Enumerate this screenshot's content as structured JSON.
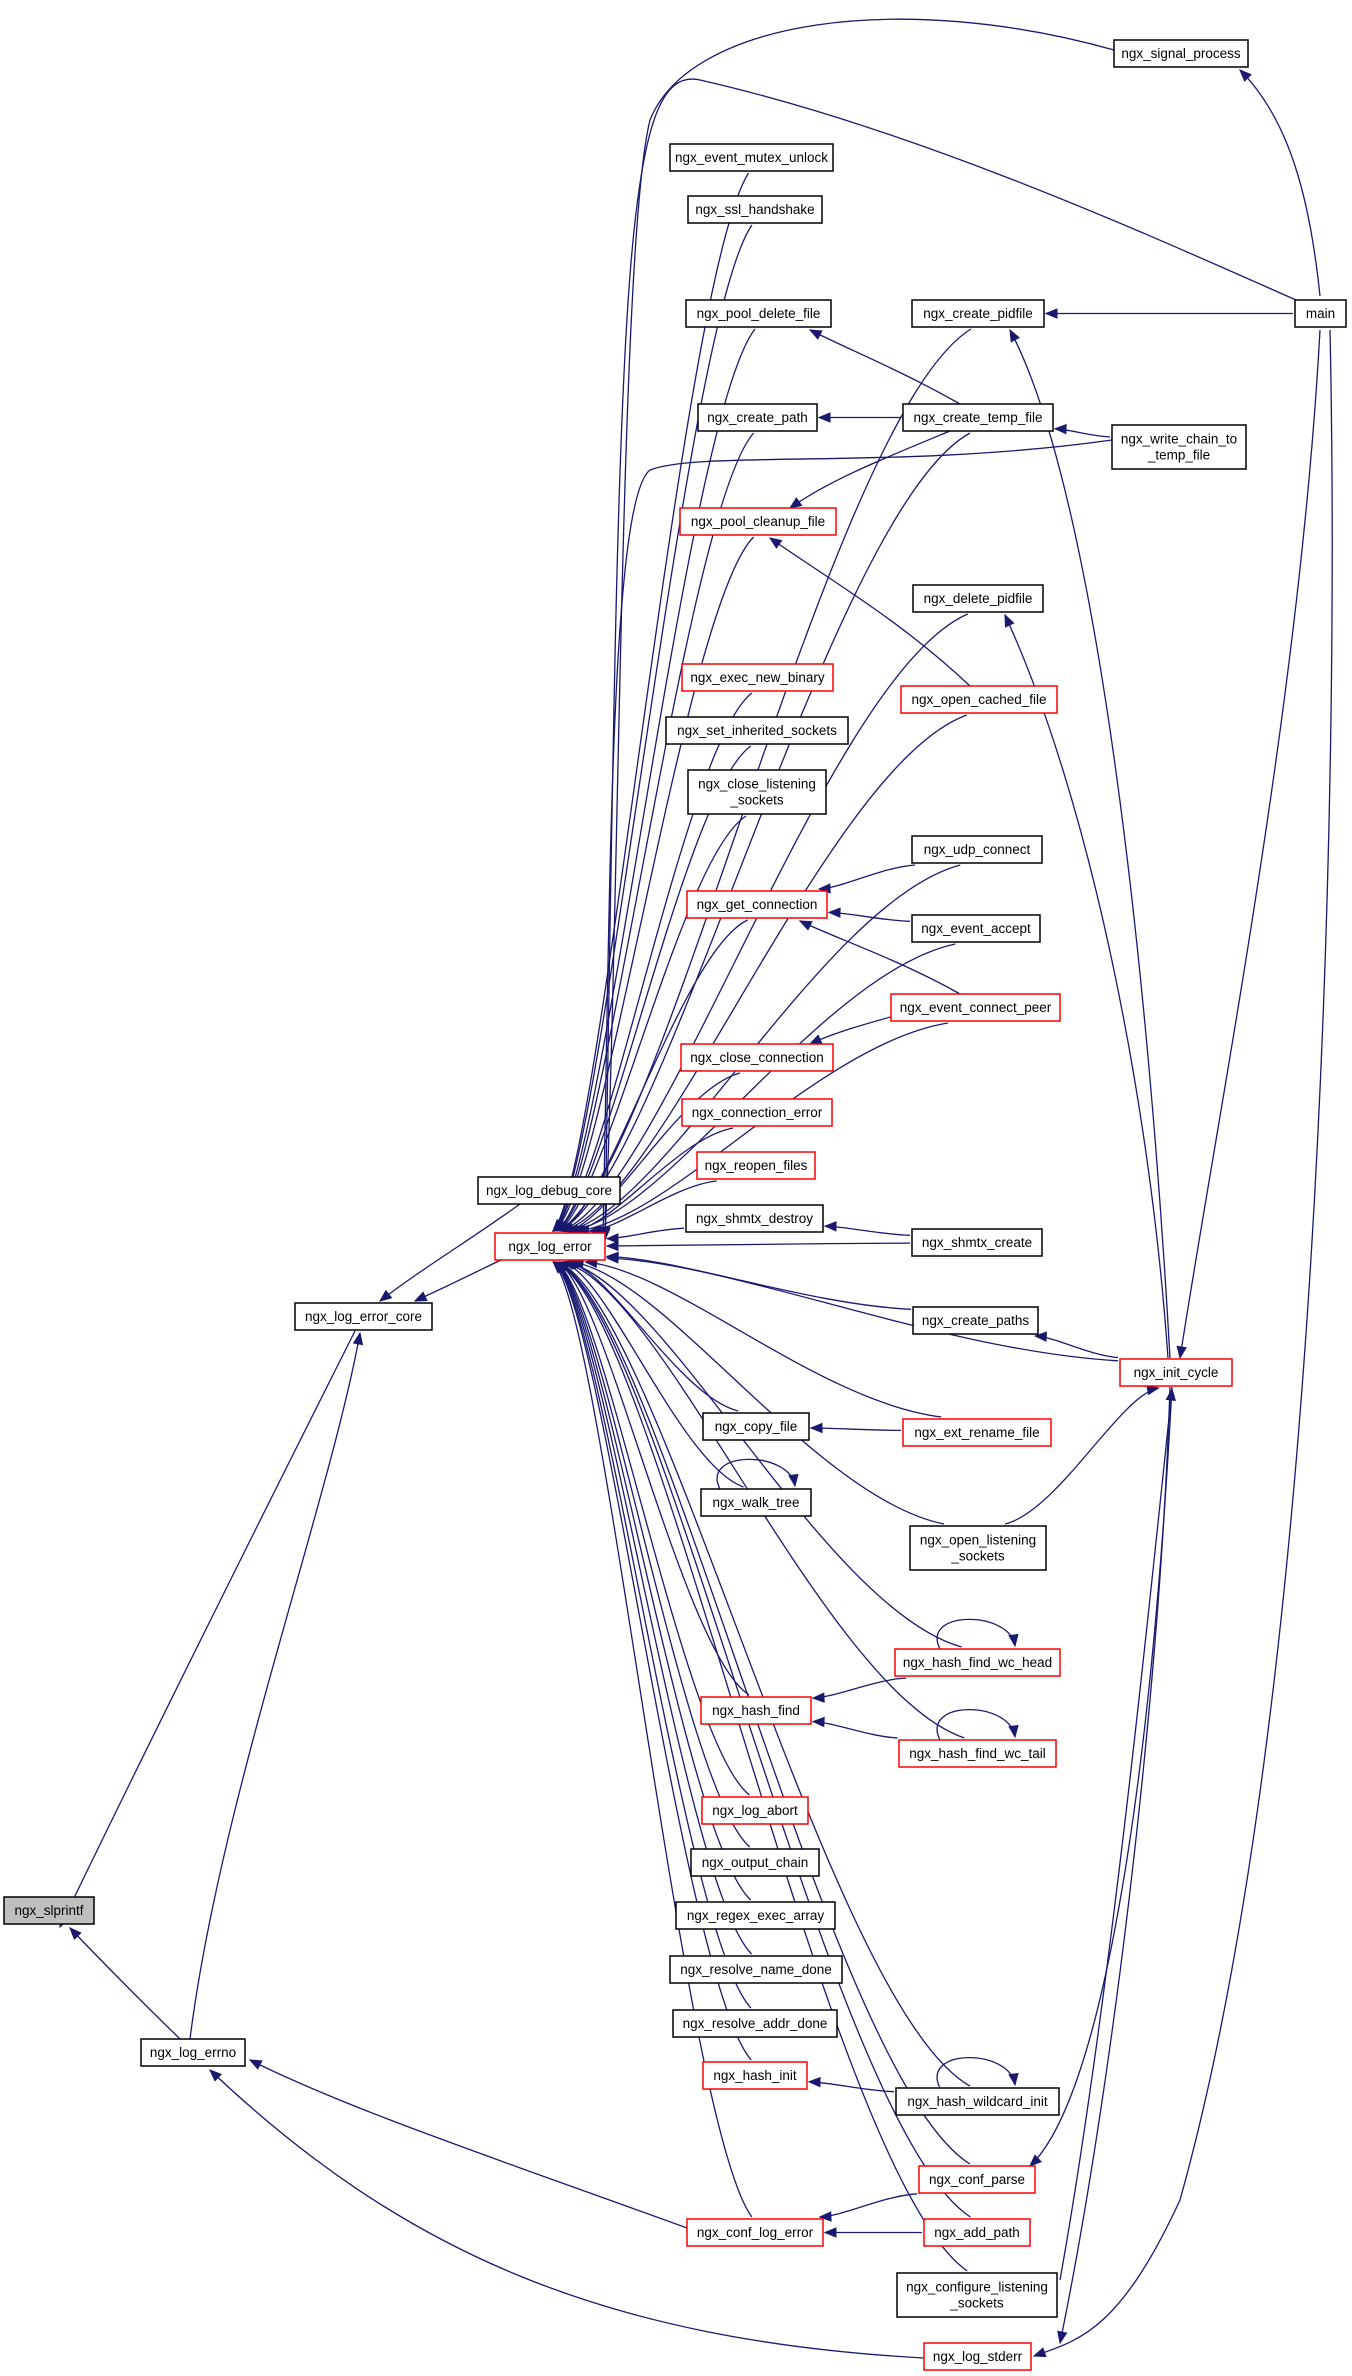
{
  "title": "",
  "colors": {
    "edge": "#191970",
    "black_border": "#000000",
    "red_border": "#ff0000",
    "root_fill": "#bfbfbf"
  },
  "nodes": [
    {
      "id": "ngx_slprintf",
      "label": [
        "ngx_slprintf"
      ],
      "style": "root"
    },
    {
      "id": "ngx_log_error_core",
      "label": [
        "ngx_log_error_core"
      ],
      "style": "black"
    },
    {
      "id": "ngx_log_errno",
      "label": [
        "ngx_log_errno"
      ],
      "style": "black"
    },
    {
      "id": "ngx_log_debug_core",
      "label": [
        "ngx_log_debug_core"
      ],
      "style": "black"
    },
    {
      "id": "ngx_log_error",
      "label": [
        "ngx_log_error"
      ],
      "style": "red"
    },
    {
      "id": "ngx_signal_process",
      "label": [
        "ngx_signal_process"
      ],
      "style": "black"
    },
    {
      "id": "ngx_event_mutex_unlock",
      "label": [
        "ngx_event_mutex_unlock"
      ],
      "style": "black"
    },
    {
      "id": "ngx_ssl_handshake",
      "label": [
        "ngx_ssl_handshake"
      ],
      "style": "black"
    },
    {
      "id": "ngx_pool_delete_file",
      "label": [
        "ngx_pool_delete_file"
      ],
      "style": "black"
    },
    {
      "id": "ngx_create_pidfile",
      "label": [
        "ngx_create_pidfile"
      ],
      "style": "black"
    },
    {
      "id": "main",
      "label": [
        "main"
      ],
      "style": "black"
    },
    {
      "id": "ngx_create_path",
      "label": [
        "ngx_create_path"
      ],
      "style": "black"
    },
    {
      "id": "ngx_create_temp_file",
      "label": [
        "ngx_create_temp_file"
      ],
      "style": "black"
    },
    {
      "id": "ngx_write_chain_to_temp_file",
      "label": [
        "ngx_write_chain_to",
        "_temp_file"
      ],
      "style": "black"
    },
    {
      "id": "ngx_pool_cleanup_file",
      "label": [
        "ngx_pool_cleanup_file"
      ],
      "style": "red"
    },
    {
      "id": "ngx_delete_pidfile",
      "label": [
        "ngx_delete_pidfile"
      ],
      "style": "black"
    },
    {
      "id": "ngx_exec_new_binary",
      "label": [
        "ngx_exec_new_binary"
      ],
      "style": "red"
    },
    {
      "id": "ngx_open_cached_file",
      "label": [
        "ngx_open_cached_file"
      ],
      "style": "red"
    },
    {
      "id": "ngx_set_inherited_sockets",
      "label": [
        "ngx_set_inherited_sockets"
      ],
      "style": "black"
    },
    {
      "id": "ngx_close_listening_sockets",
      "label": [
        "ngx_close_listening",
        "_sockets"
      ],
      "style": "black"
    },
    {
      "id": "ngx_udp_connect",
      "label": [
        "ngx_udp_connect"
      ],
      "style": "black"
    },
    {
      "id": "ngx_get_connection",
      "label": [
        "ngx_get_connection"
      ],
      "style": "red"
    },
    {
      "id": "ngx_event_accept",
      "label": [
        "ngx_event_accept"
      ],
      "style": "black"
    },
    {
      "id": "ngx_event_connect_peer",
      "label": [
        "ngx_event_connect_peer"
      ],
      "style": "red"
    },
    {
      "id": "ngx_close_connection",
      "label": [
        "ngx_close_connection"
      ],
      "style": "red"
    },
    {
      "id": "ngx_connection_error",
      "label": [
        "ngx_connection_error"
      ],
      "style": "red"
    },
    {
      "id": "ngx_reopen_files",
      "label": [
        "ngx_reopen_files"
      ],
      "style": "red"
    },
    {
      "id": "ngx_shmtx_destroy",
      "label": [
        "ngx_shmtx_destroy"
      ],
      "style": "black"
    },
    {
      "id": "ngx_shmtx_create",
      "label": [
        "ngx_shmtx_create"
      ],
      "style": "black"
    },
    {
      "id": "ngx_create_paths",
      "label": [
        "ngx_create_paths"
      ],
      "style": "black"
    },
    {
      "id": "ngx_init_cycle",
      "label": [
        "ngx_init_cycle"
      ],
      "style": "red"
    },
    {
      "id": "ngx_copy_file",
      "label": [
        "ngx_copy_file"
      ],
      "style": "black"
    },
    {
      "id": "ngx_ext_rename_file",
      "label": [
        "ngx_ext_rename_file"
      ],
      "style": "red"
    },
    {
      "id": "ngx_walk_tree",
      "label": [
        "ngx_walk_tree"
      ],
      "style": "black"
    },
    {
      "id": "ngx_open_listening_sockets",
      "label": [
        "ngx_open_listening",
        "_sockets"
      ],
      "style": "black"
    },
    {
      "id": "ngx_hash_find_wc_head",
      "label": [
        "ngx_hash_find_wc_head"
      ],
      "style": "red"
    },
    {
      "id": "ngx_hash_find",
      "label": [
        "ngx_hash_find"
      ],
      "style": "red"
    },
    {
      "id": "ngx_hash_find_wc_tail",
      "label": [
        "ngx_hash_find_wc_tail"
      ],
      "style": "red"
    },
    {
      "id": "ngx_log_abort",
      "label": [
        "ngx_log_abort"
      ],
      "style": "red"
    },
    {
      "id": "ngx_output_chain",
      "label": [
        "ngx_output_chain"
      ],
      "style": "black"
    },
    {
      "id": "ngx_regex_exec_array",
      "label": [
        "ngx_regex_exec_array"
      ],
      "style": "black"
    },
    {
      "id": "ngx_resolve_name_done",
      "label": [
        "ngx_resolve_name_done"
      ],
      "style": "black"
    },
    {
      "id": "ngx_resolve_addr_done",
      "label": [
        "ngx_resolve_addr_done"
      ],
      "style": "black"
    },
    {
      "id": "ngx_hash_init",
      "label": [
        "ngx_hash_init"
      ],
      "style": "red"
    },
    {
      "id": "ngx_hash_wildcard_init",
      "label": [
        "ngx_hash_wildcard_init"
      ],
      "style": "black"
    },
    {
      "id": "ngx_conf_parse",
      "label": [
        "ngx_conf_parse"
      ],
      "style": "red"
    },
    {
      "id": "ngx_conf_log_error",
      "label": [
        "ngx_conf_log_error"
      ],
      "style": "red"
    },
    {
      "id": "ngx_add_path",
      "label": [
        "ngx_add_path"
      ],
      "style": "red"
    },
    {
      "id": "ngx_configure_listening_sockets",
      "label": [
        "ngx_configure_listening",
        "_sockets"
      ],
      "style": "black"
    },
    {
      "id": "ngx_log_stderr",
      "label": [
        "ngx_log_stderr"
      ],
      "style": "red"
    }
  ],
  "edges": [
    {
      "from": "ngx_log_error_core",
      "to": "ngx_slprintf"
    },
    {
      "from": "ngx_log_errno",
      "to": "ngx_slprintf"
    },
    {
      "from": "ngx_log_debug_core",
      "to": "ngx_log_error_core"
    },
    {
      "from": "ngx_log_error",
      "to": "ngx_log_error_core"
    },
    {
      "from": "ngx_log_errno",
      "to": "ngx_log_error_core"
    },
    {
      "from": "ngx_conf_log_error",
      "to": "ngx_log_errno"
    },
    {
      "from": "ngx_log_stderr",
      "to": "ngx_log_errno"
    },
    {
      "from": "ngx_signal_process",
      "to": "ngx_log_error"
    },
    {
      "from": "main",
      "to": "ngx_log_error"
    },
    {
      "from": "ngx_event_mutex_unlock",
      "to": "ngx_log_error"
    },
    {
      "from": "ngx_ssl_handshake",
      "to": "ngx_log_error"
    },
    {
      "from": "ngx_pool_delete_file",
      "to": "ngx_log_error"
    },
    {
      "from": "ngx_create_pidfile",
      "to": "ngx_log_error"
    },
    {
      "from": "ngx_create_temp_file",
      "to": "ngx_log_error"
    },
    {
      "from": "ngx_create_path",
      "to": "ngx_log_error"
    },
    {
      "from": "ngx_write_chain_to_temp_file",
      "to": "ngx_log_error"
    },
    {
      "from": "ngx_pool_cleanup_file",
      "to": "ngx_log_error"
    },
    {
      "from": "ngx_delete_pidfile",
      "to": "ngx_log_error"
    },
    {
      "from": "ngx_udp_connect",
      "to": "ngx_log_error"
    },
    {
      "from": "ngx_exec_new_binary",
      "to": "ngx_log_error"
    },
    {
      "from": "ngx_set_inherited_sockets",
      "to": "ngx_log_error"
    },
    {
      "from": "ngx_open_cached_file",
      "to": "ngx_log_error"
    },
    {
      "from": "ngx_close_listening_sockets",
      "to": "ngx_log_error"
    },
    {
      "from": "ngx_get_connection",
      "to": "ngx_log_error"
    },
    {
      "from": "ngx_event_accept",
      "to": "ngx_log_error"
    },
    {
      "from": "ngx_event_connect_peer",
      "to": "ngx_log_error"
    },
    {
      "from": "ngx_close_connection",
      "to": "ngx_log_error"
    },
    {
      "from": "ngx_connection_error",
      "to": "ngx_log_error"
    },
    {
      "from": "ngx_reopen_files",
      "to": "ngx_log_error"
    },
    {
      "from": "ngx_shmtx_destroy",
      "to": "ngx_log_error"
    },
    {
      "from": "ngx_shmtx_create",
      "to": "ngx_log_error"
    },
    {
      "from": "ngx_create_paths",
      "to": "ngx_log_error"
    },
    {
      "from": "ngx_init_cycle",
      "to": "ngx_log_error"
    },
    {
      "from": "ngx_copy_file",
      "to": "ngx_log_error"
    },
    {
      "from": "ngx_walk_tree",
      "to": "ngx_log_error"
    },
    {
      "from": "ngx_ext_rename_file",
      "to": "ngx_log_error"
    },
    {
      "from": "ngx_open_listening_sockets",
      "to": "ngx_log_error"
    },
    {
      "from": "ngx_hash_find_wc_head",
      "to": "ngx_log_error"
    },
    {
      "from": "ngx_hash_find",
      "to": "ngx_log_error"
    },
    {
      "from": "ngx_hash_find_wc_tail",
      "to": "ngx_log_error"
    },
    {
      "from": "ngx_log_abort",
      "to": "ngx_log_error"
    },
    {
      "from": "ngx_output_chain",
      "to": "ngx_log_error"
    },
    {
      "from": "ngx_regex_exec_array",
      "to": "ngx_log_error"
    },
    {
      "from": "ngx_resolve_name_done",
      "to": "ngx_log_error"
    },
    {
      "from": "ngx_resolve_addr_done",
      "to": "ngx_log_error"
    },
    {
      "from": "ngx_hash_init",
      "to": "ngx_log_error"
    },
    {
      "from": "ngx_hash_wildcard_init",
      "to": "ngx_log_error"
    },
    {
      "from": "ngx_conf_parse",
      "to": "ngx_log_error"
    },
    {
      "from": "ngx_conf_log_error",
      "to": "ngx_log_error"
    },
    {
      "from": "ngx_add_path",
      "to": "ngx_log_error"
    },
    {
      "from": "ngx_configure_listening_sockets",
      "to": "ngx_log_error"
    },
    {
      "from": "main",
      "to": "ngx_signal_process"
    },
    {
      "from": "main",
      "to": "ngx_create_pidfile"
    },
    {
      "from": "ngx_init_cycle",
      "to": "ngx_create_pidfile"
    },
    {
      "from": "ngx_create_temp_file",
      "to": "ngx_pool_delete_file"
    },
    {
      "from": "ngx_create_temp_file",
      "to": "ngx_create_path"
    },
    {
      "from": "ngx_create_temp_file",
      "to": "ngx_pool_cleanup_file"
    },
    {
      "from": "ngx_write_chain_to_temp_file",
      "to": "ngx_create_temp_file"
    },
    {
      "from": "ngx_open_cached_file",
      "to": "ngx_pool_cleanup_file"
    },
    {
      "from": "ngx_init_cycle",
      "to": "ngx_delete_pidfile"
    },
    {
      "from": "ngx_udp_connect",
      "to": "ngx_get_connection"
    },
    {
      "from": "ngx_event_accept",
      "to": "ngx_get_connection"
    },
    {
      "from": "ngx_event_connect_peer",
      "to": "ngx_get_connection"
    },
    {
      "from": "ngx_event_connect_peer",
      "to": "ngx_close_connection"
    },
    {
      "from": "ngx_shmtx_create",
      "to": "ngx_shmtx_destroy"
    },
    {
      "from": "ngx_init_cycle",
      "to": "ngx_create_paths"
    },
    {
      "from": "main",
      "to": "ngx_init_cycle"
    },
    {
      "from": "ngx_ext_rename_file",
      "to": "ngx_copy_file"
    },
    {
      "from": "ngx_walk_tree",
      "to": "ngx_walk_tree"
    },
    {
      "from": "ngx_open_listening_sockets",
      "to": "ngx_init_cycle"
    },
    {
      "from": "ngx_hash_find_wc_head",
      "to": "ngx_hash_find"
    },
    {
      "from": "ngx_hash_find_wc_tail",
      "to": "ngx_hash_find"
    },
    {
      "from": "ngx_hash_find_wc_head",
      "to": "ngx_hash_find_wc_head"
    },
    {
      "from": "ngx_hash_find_wc_tail",
      "to": "ngx_hash_find_wc_tail"
    },
    {
      "from": "ngx_hash_wildcard_init",
      "to": "ngx_hash_init"
    },
    {
      "from": "ngx_hash_wildcard_init",
      "to": "ngx_hash_wildcard_init"
    },
    {
      "from": "ngx_conf_parse",
      "to": "ngx_conf_log_error"
    },
    {
      "from": "ngx_add_path",
      "to": "ngx_conf_log_error"
    },
    {
      "from": "ngx_init_cycle",
      "to": "ngx_conf_parse"
    },
    {
      "from": "ngx_configure_listening_sockets",
      "to": "ngx_init_cycle"
    },
    {
      "from": "ngx_init_cycle",
      "to": "ngx_log_stderr"
    },
    {
      "from": "main",
      "to": "ngx_log_stderr"
    }
  ]
}
